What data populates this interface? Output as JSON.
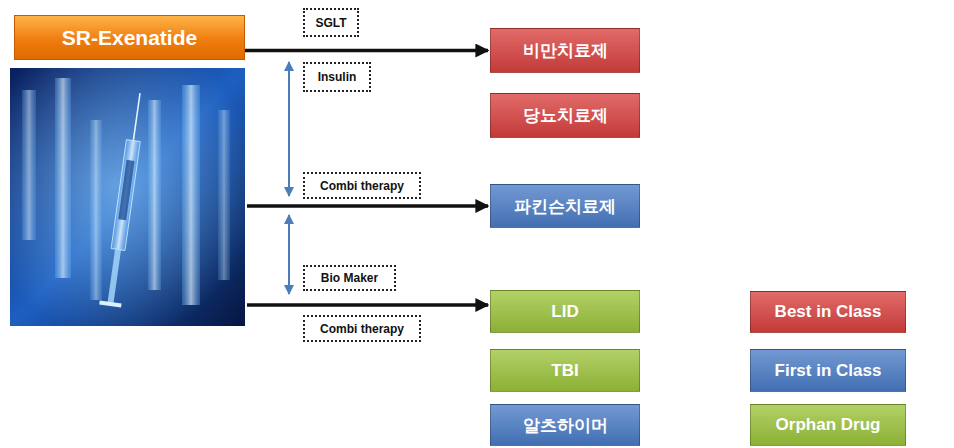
{
  "diagram": {
    "nodes": [
      {
        "text": [
          "SR-Exenatide"
        ]
      },
      {
        "text": [
          "SGLT"
        ]
      },
      {
        "text": [
          "Insulin"
        ]
      },
      {
        "text": [
          "비만치료제"
        ]
      },
      {
        "text": [
          "당뇨치료제"
        ]
      },
      {
        "text": [
          "Combi therapy"
        ]
      },
      {
        "text": [
          "파킨슨치료제"
        ]
      },
      {
        "text": [
          "Bio Maker"
        ]
      },
      {
        "text": [
          "LID"
        ]
      },
      {
        "text": [
          "Combi therapy"
        ]
      },
      {
        "text": [
          "TBI"
        ]
      },
      {
        "text": [
          "알츠하이머"
        ]
      }
    ],
    "edges": [
      {
        "from": 0,
        "to": 3,
        "arrow": "to"
      }
    ],
    "legend": [
      {
        "text": "Best in Class",
        "color": "#d9413f"
      },
      {
        "text": "First in Class",
        "color": "#4a7cc6"
      },
      {
        "text": "Orphan Drug",
        "color": "#9cc43c"
      }
    ]
  }
}
